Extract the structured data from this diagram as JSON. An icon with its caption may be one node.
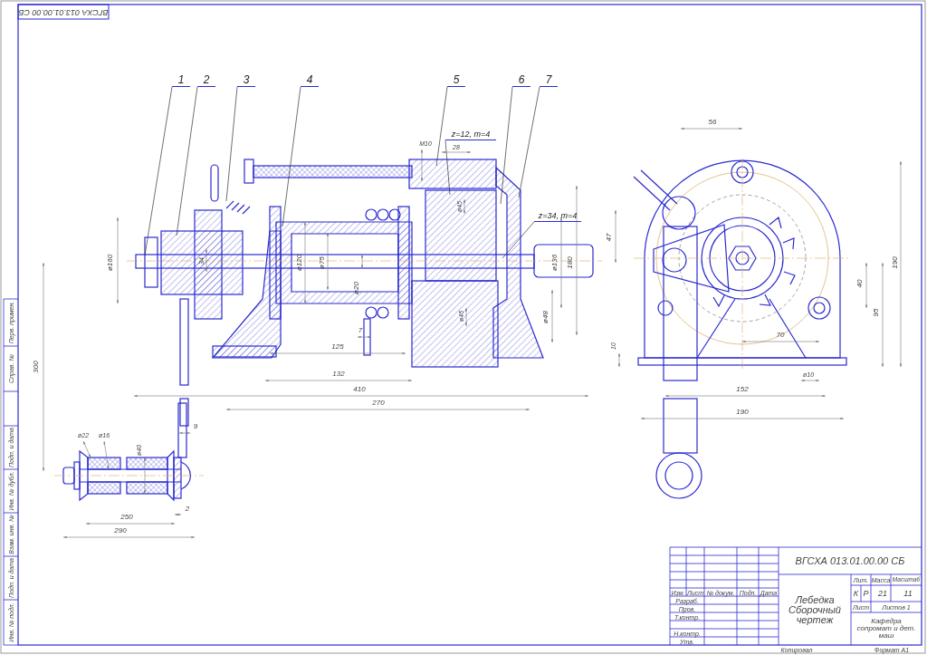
{
  "diagram": {
    "nodes": [
      {
        "text": [
          "1"
        ]
      },
      {
        "text": [
          "2"
        ]
      },
      {
        "text": [
          "3"
        ]
      },
      {
        "text": [
          "4"
        ]
      },
      {
        "text": [
          "5"
        ]
      },
      {
        "text": [
          "6"
        ]
      },
      {
        "text": [
          "7"
        ]
      },
      {
        "text": [
          "z=12, m=4"
        ]
      },
      {
        "text": [
          "z=34, m=4"
        ]
      }
    ],
    "edges": [
      {
        "from": 0,
        "to": null,
        "arrow": "none"
      },
      {
        "from": 1,
        "to": null,
        "arrow": "none"
      },
      {
        "from": 2,
        "to": null,
        "arrow": "none"
      },
      {
        "from": 3,
        "to": null,
        "arrow": "none"
      },
      {
        "from": 4,
        "to": null,
        "arrow": "none"
      },
      {
        "from": 5,
        "to": null,
        "arrow": "none"
      },
      {
        "from": 6,
        "to": null,
        "arrow": "none"
      },
      {
        "from": 7,
        "to": null,
        "arrow": "none"
      },
      {
        "from": 8,
        "to": null,
        "arrow": "none"
      }
    ],
    "labels": [
      "ВГСХА 013.01.00.00 СБ",
      "M10",
      "28",
      "ø45",
      "ø160",
      "34",
      "ø120",
      "ø75",
      "ø20",
      "ø136",
      "180",
      "ø45",
      "ø48",
      "7",
      "125",
      "132",
      "410",
      "270",
      "300",
      "56",
      "47",
      "190",
      "40",
      "95",
      "70",
      "10",
      "ø10",
      "152",
      "190",
      "ø22",
      "ø16",
      "ø40",
      "9",
      "2",
      "250",
      "290",
      "ВГСХА 013.01.00.00 СБ",
      "Изм.",
      "Лист",
      "№ докум.",
      "Подп.",
      "Дата",
      "Разраб.",
      "Пров.",
      "Т.контр.",
      "Н.контр.",
      "Утв.",
      "Лебедка Сборочный чертеж",
      "Лит.",
      "Масса",
      "Масштаб",
      "К",
      "Р",
      "21",
      "11",
      "Лист",
      "Листов 1",
      "Кафедра сопромат и дет. маш",
      "Копировал",
      "Формат A1",
      "Перв. примен.",
      "Справ. №",
      "Подп. и дата",
      "Инв. № дубл.",
      "Взам. инв. №",
      "Подп. и дата",
      "Инв. № подл."
    ]
  }
}
